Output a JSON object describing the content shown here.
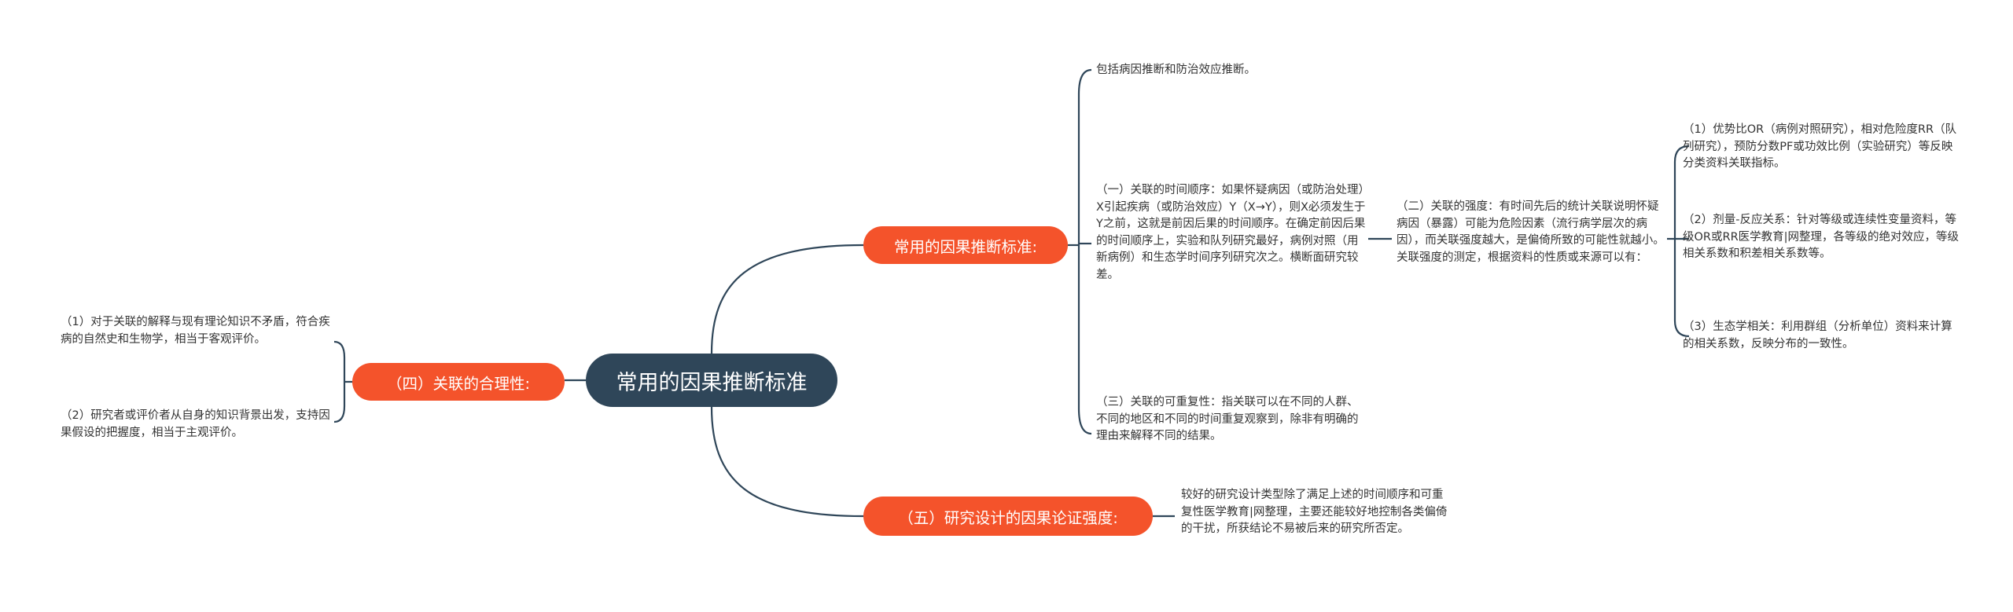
{
  "colors": {
    "root": "#2f4659",
    "branch": "#f4532b",
    "line": "#2f4659",
    "text": "#333333"
  },
  "root": {
    "label": "常用的因果推断标准"
  },
  "branches": {
    "criteria": {
      "label": "常用的因果推断标准:",
      "scope": "包括病因推断和防治效应推断。",
      "temporal": "（一）关联的时间顺序：如果怀疑病因（或防治处理）X引起疾病（或防治效应）Y（X→Y），则X必须发生于Y之前，这就是前因后果的时间顺序。在确定前因后果的时间顺序上，实验和队列研究最好，病例对照（用新病例）和生态学时间序列研究次之。横断面研究较差。",
      "strength": {
        "text": "（二）关联的强度：有时间先后的统计关联说明怀疑病因（暴露）可能为危险因素（流行病学层次的病因），而关联强度越大，是偏倚所致的可能性就越小。关联强度的测定，根据资料的性质或来源可以有：",
        "items": [
          "（1）优势比OR（病例对照研究），相对危险度RR（队列研究），预防分数PF或功效比例（实验研究）等反映分类资料关联指标。",
          "（2）剂量-反应关系：针对等级或连续性变量资料，等级OR或RR医学教育|网整理，各等级的绝对效应，等级相关系数和积差相关系数等。",
          "（3）生态学相关：利用群组（分析单位）资料来计算的相关系数，反映分布的一致性。"
        ]
      },
      "replication": "（三）关联的可重复性：指关联可以在不同的人群、不同的地区和不同的时间重复观察到，除非有明确的理由来解释不同的结果。"
    },
    "plausibility": {
      "label": "（四）关联的合理性:",
      "items": [
        "（1）对于关联的解释与现有理论知识不矛盾，符合疾病的自然史和生物学，相当于客观评价。",
        "（2）研究者或评价者从自身的知识背景出发，支持因果假设的把握度，相当于主观评价。"
      ]
    },
    "design": {
      "label": "（五）研究设计的因果论证强度:",
      "text": "较好的研究设计类型除了满足上述的时间顺序和可重复性医学教育|网整理，主要还能较好地控制各类偏倚的干扰，所获结论不易被后来的研究所否定。"
    }
  }
}
